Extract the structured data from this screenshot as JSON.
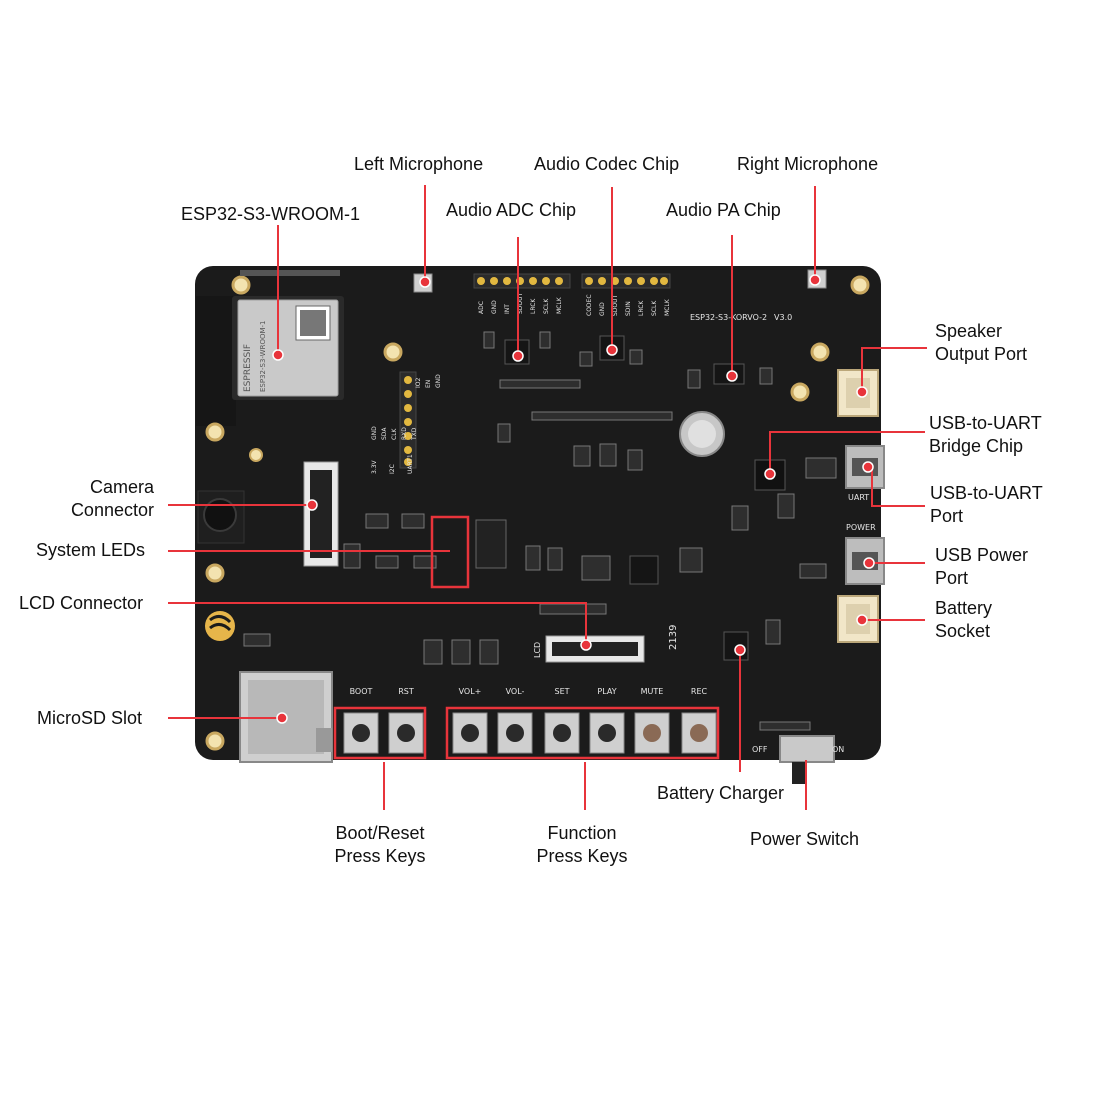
{
  "labels": {
    "left_mic": "Left Microphone",
    "codec": "Audio Codec Chip",
    "right_mic": "Right Microphone",
    "module": "ESP32-S3-WROOM-1",
    "adc": "Audio ADC Chip",
    "pa": "Audio PA Chip",
    "speaker": [
      "Speaker",
      "Output Port"
    ],
    "bridge": [
      "USB-to-UART",
      "Bridge Chip"
    ],
    "uart_port": [
      "USB-to-UART",
      "Port"
    ],
    "power_port": [
      "USB Power",
      "Port"
    ],
    "battery_socket": [
      "Battery",
      "Socket"
    ],
    "camera": [
      "Camera",
      "Connector"
    ],
    "system_leds": "System LEDs",
    "lcd": "LCD Connector",
    "microsd": "MicroSD Slot",
    "boot_reset": [
      "Boot/Reset",
      "Press Keys"
    ],
    "function_keys": [
      "Function",
      "Press Keys"
    ],
    "battery_charger": "Battery Charger",
    "power_switch": "Power Switch"
  },
  "board": {
    "model": "ESP32-S3-KORVO-2",
    "version": "V3.0",
    "module_brand": "ESPRESSIF",
    "module_name": "ESP32-S3-WROOM-1",
    "silk_power": "POWER",
    "silk_uart": "UART",
    "silk_lcd": "LCD",
    "silk_off": "OFF",
    "silk_on": "ON",
    "silk_number": "2139",
    "button_labels": [
      "BOOT",
      "RST",
      "VOL+",
      "VOL-",
      "SET",
      "PLAY",
      "MUTE",
      "REC"
    ],
    "adc_pins": [
      "ADC",
      "GND",
      "INT",
      "SDOUT",
      "LRCK",
      "SCLK",
      "MCLK"
    ],
    "codec_pins": [
      "CODEC",
      "GND",
      "SDOUT",
      "SDIN",
      "LRCK",
      "SCLK",
      "MCLK"
    ],
    "header_pins_top": [
      "IO2",
      "EN",
      "GND"
    ],
    "header_pins_mid": [
      "GND",
      "SDA",
      "CLK",
      "RXD",
      "TXD"
    ],
    "header_pins_bottom": [
      "3.3V",
      "I2C",
      "UART1"
    ]
  },
  "colors": {
    "pcb": "#1b1b1b",
    "callout": "#e8343b",
    "text": "#111111"
  }
}
